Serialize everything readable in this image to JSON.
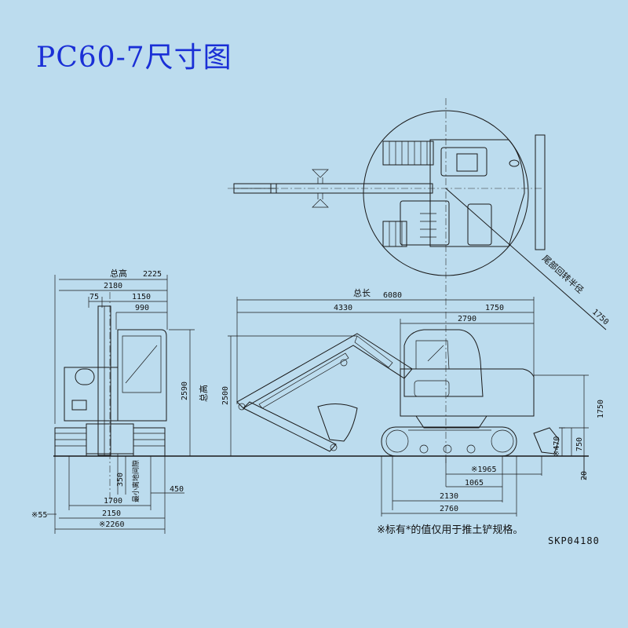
{
  "title": "PC60-7尺寸图",
  "note": "※标有*的值仅用于推土铲规格。",
  "drawing_code": "SKP04180",
  "front_view": {
    "label_total_height": "总高",
    "dims": {
      "w2225": "2225",
      "w2180": "2180",
      "w75": "75",
      "w1150": "1150",
      "w990": "990",
      "h2590": "2590",
      "w350": "350",
      "w450": "450",
      "w1700": "1700",
      "w2150": "2150",
      "w2260": "※2260",
      "w55": "※55"
    },
    "label_min_ground_clearance": "最小离地间隙"
  },
  "side_view": {
    "label_total_length": "总长",
    "label_total_height": "总高",
    "dims": {
      "l6080": "6080",
      "l4330": "4330",
      "l1750": "1750",
      "l2790": "2790",
      "h2500": "2500",
      "h1750": "1750",
      "h750": "750",
      "h470": "※470",
      "h20": "20",
      "l1965": "※1965",
      "l1065": "1065",
      "l2130": "2130",
      "l2760": "2760"
    }
  },
  "top_view": {
    "tail_swing_label": "尾部回转半径",
    "tail_swing_value": "1750"
  }
}
